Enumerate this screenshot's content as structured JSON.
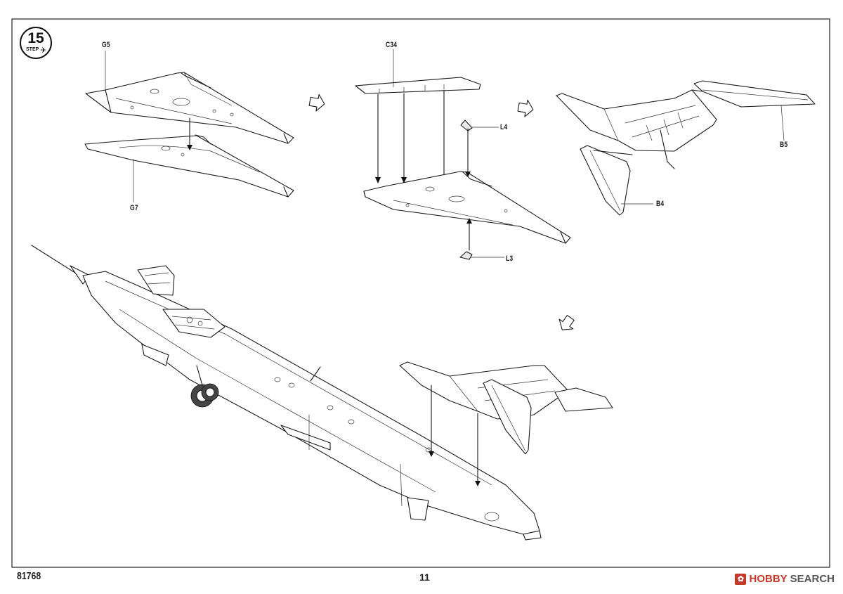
{
  "step": {
    "number": "15",
    "word": "STEP"
  },
  "part_labels": {
    "g5": "G5",
    "g7": "G7",
    "c34": "C34",
    "l4": "L4",
    "l3": "L3",
    "b5": "B5",
    "b4": "B4"
  },
  "footer": {
    "model_number": "81768",
    "page_number": "11",
    "watermark_brand": "HOBBY",
    "watermark_word": "SEARCH"
  },
  "icons": {
    "flow_arrow": "hollow-arrow-icon",
    "watermark_logo": "hobbysearch-logo-icon"
  }
}
